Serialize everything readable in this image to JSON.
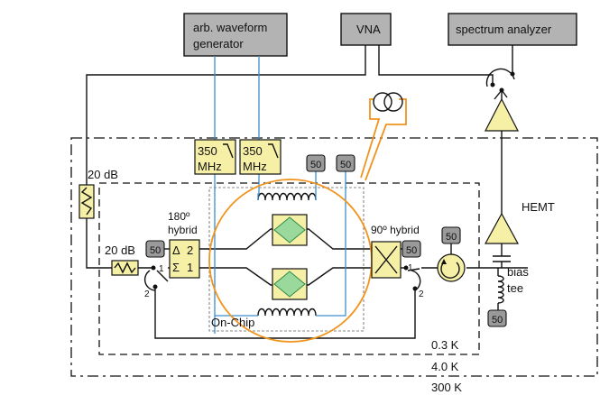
{
  "instruments": {
    "awg": "arb. waveform generator",
    "awg_line1": "arb. waveform",
    "awg_line2": "generator",
    "vna": "VNA",
    "spectrum": "spectrum analyzer"
  },
  "filters": {
    "line1": "350",
    "line2": "MHz"
  },
  "attenuators": {
    "top": "20 dB",
    "bottom": "20 dB"
  },
  "hybrids": {
    "h180_line1": "180º",
    "h180_line2": "hybrid",
    "delta": "Δ",
    "sigma": "Σ",
    "port2": "2",
    "port1": "1",
    "h90": "90º hybrid"
  },
  "terminations": {
    "label": "50"
  },
  "switch_ports": {
    "one": "1",
    "two": "2"
  },
  "amplifier": {
    "hemt": "HEMT"
  },
  "bias_tee": {
    "line1": "bias",
    "line2": "tee"
  },
  "regions": {
    "onchip": "On-Chip"
  },
  "temperatures": {
    "t1": "0.3 K",
    "t2": "4.0 K",
    "t3": "300 K"
  },
  "colors": {
    "instrument_box": "#b3b3b3",
    "component": "#f6f0a6",
    "dc_line": "#3a8fd0",
    "flux_loop": "#f0941e",
    "squid": "#9bd89b",
    "termination": "#9a9a9a"
  }
}
